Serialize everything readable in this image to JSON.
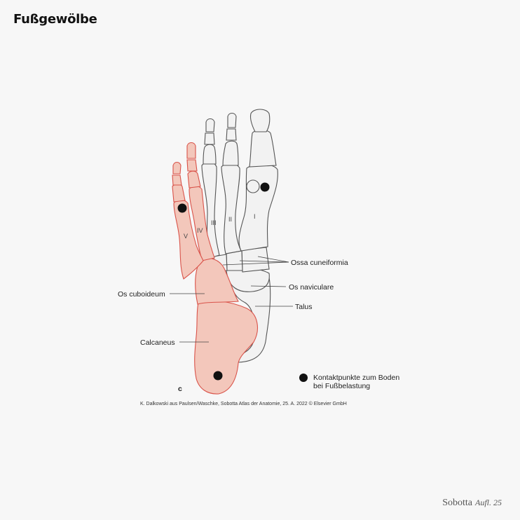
{
  "title": "Fußgewölbe",
  "labels": {
    "ossa_cuneiformia": "Ossa cuneiformia",
    "os_naviculare": "Os naviculare",
    "talus": "Talus",
    "os_cuboideum": "Os cuboideum",
    "calcaneus": "Calcaneus"
  },
  "metatarsals": [
    "I",
    "II",
    "III",
    "IV",
    "V"
  ],
  "panel_letter": "c",
  "legend": {
    "line1": "Kontaktpunkte zum Boden",
    "line2": "bei Fußbelastung"
  },
  "credit": "K. Dalkowski aus Paulsen/Waschke, Sobotta Atlas der Anatomie, 25. A. 2022 © Elsevier GmbH",
  "brand": {
    "name": "Sobotta",
    "edition": "Aufl. 25"
  },
  "colors": {
    "lateral_bones": "#f3c7bb",
    "lateral_outline": "#d9534a",
    "medial_bones": "#f2f2f2",
    "medial_outline": "#555555",
    "contact_point": "#111111"
  }
}
